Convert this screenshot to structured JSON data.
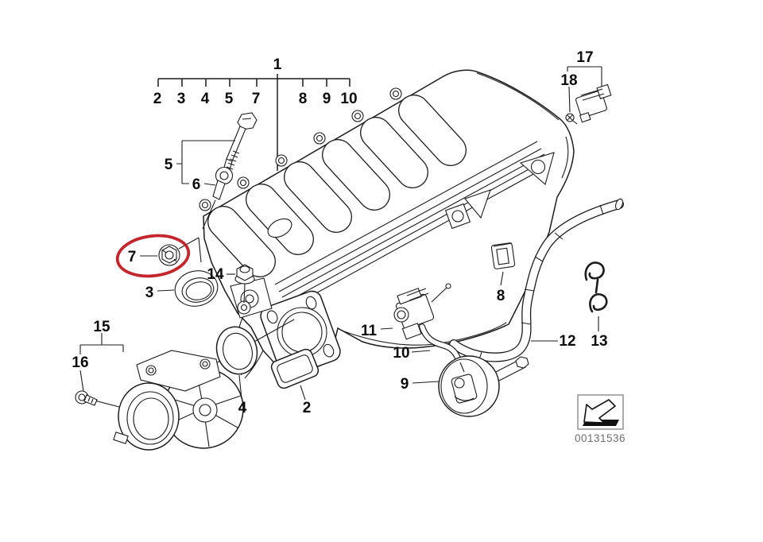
{
  "diagram": {
    "kind": "exploded-parts-diagram",
    "subject": "intake-manifold",
    "footer_code": "00131536",
    "highlight_color": "#c4262e",
    "highlighted_part": "7",
    "line_color": "#1c1c1c",
    "background": "#ffffff"
  },
  "callouts": {
    "assembly": "1",
    "top_row": [
      "2",
      "3",
      "4",
      "5",
      "7",
      "8",
      "9",
      "10"
    ],
    "bolt_upper": "5",
    "bolt_lower": "6",
    "nut_highlighted": "7",
    "seal_ring": "3",
    "flange_nut": "14",
    "throttle_assembly": "15",
    "throttle_screw": "16",
    "oring": "4",
    "profile_gasket": "2",
    "solenoid_valve": "11",
    "hose_short": "10",
    "vacuum_actuator": "9",
    "clip": "8",
    "hose_long": "12",
    "spring_clips": "13",
    "sensor": "17",
    "sensor_screw": "18"
  }
}
